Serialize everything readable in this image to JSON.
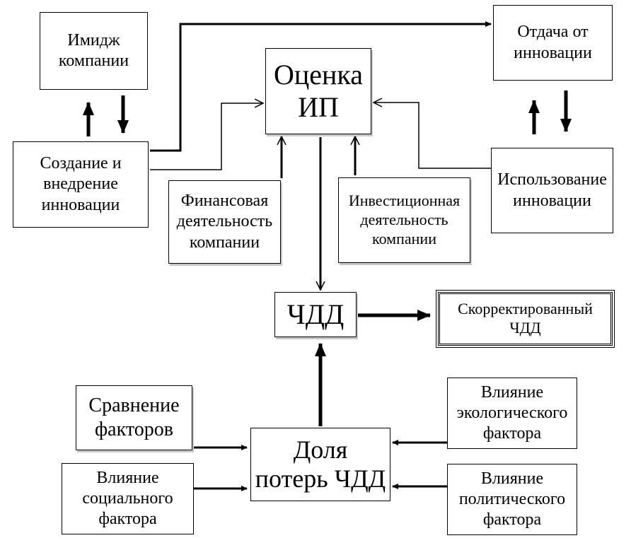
{
  "nodes": {
    "image": "Имидж\nкомпании",
    "return": "Отдача от\nинновации",
    "evaluation": "Оценка\nИП",
    "creation": "Создание и\nвнедрение\nинновации",
    "usage": "Использование\nинновации",
    "financial": "Финансовая\nдеятельность\nкомпании",
    "investment": "Инвестиционная\nдеятельность\nкомпании",
    "npv": "ЧДД",
    "adjusted_npv": "Скорректированный\nЧДД",
    "comparison": "Сравнение\nфакторов",
    "loss_share": "Доля\nпотерь ЧДД",
    "ecological": "Влияние\nэкологического\nфактора",
    "social": "Влияние\nсоциального\nфактора",
    "political": "Влияние\nполитического\nфактора"
  }
}
